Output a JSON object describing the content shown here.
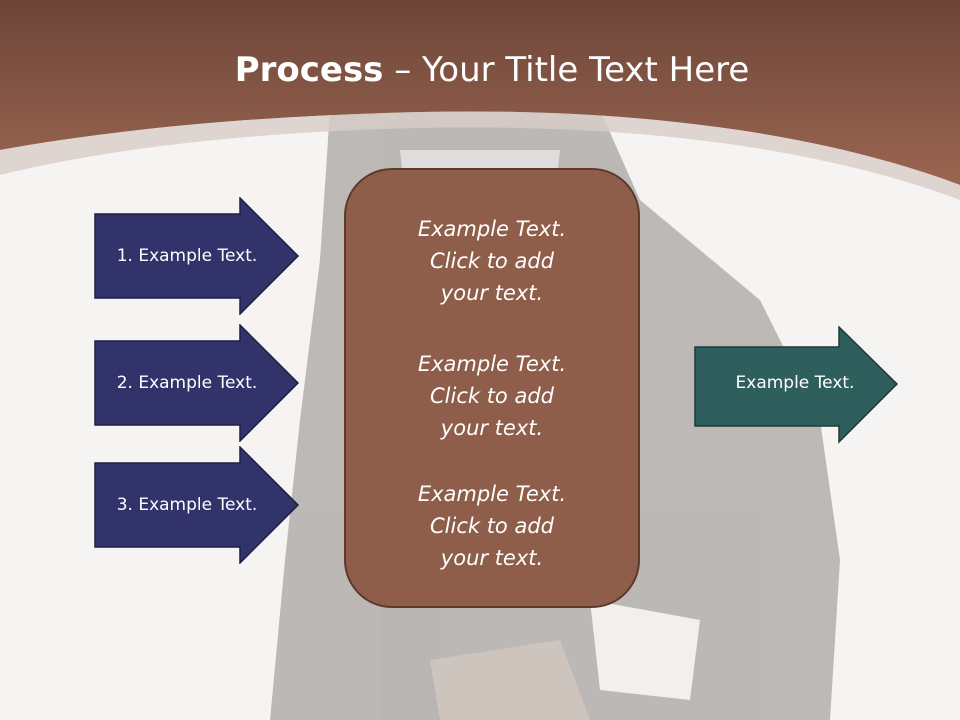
{
  "slide": {
    "title_bold": "Process",
    "title_rest": " – Your Title Text Here"
  },
  "inputs": [
    {
      "label": "1. Example Text."
    },
    {
      "label": "2. Example Text."
    },
    {
      "label": "3. Example Text."
    }
  ],
  "center": {
    "blocks": [
      "Example Text.\nClick  to add\nyour text.",
      "Example Text.\nClick  to add\nyour text.",
      "Example Text.\nClick  to add\nyour text."
    ]
  },
  "output": {
    "label": "Example Text."
  },
  "colors": {
    "header_brown": "#7c4e3c",
    "box_brown": "#8e5e4b",
    "arrow_navy": "#33336b",
    "arrow_teal": "#2f5f5c"
  }
}
